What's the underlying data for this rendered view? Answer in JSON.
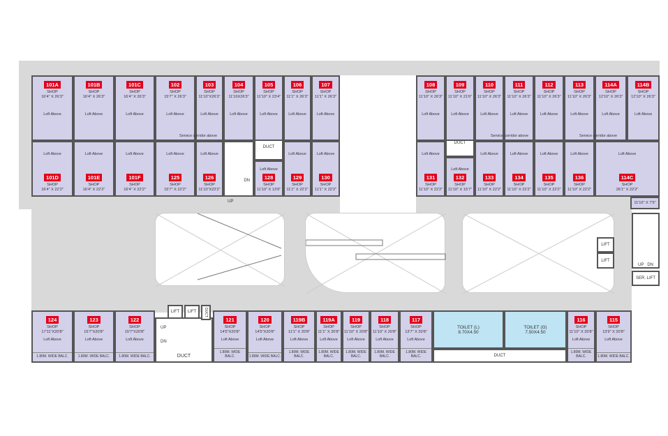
{
  "top_left_top": [
    {
      "id": "101A",
      "size": "16'4\" X 26'3\""
    },
    {
      "id": "101B",
      "size": "16'4\" X 26'3\""
    },
    {
      "id": "101C",
      "size": "16'4\" X 26'3\""
    },
    {
      "id": "102",
      "size": "15'7\" X 26'3\""
    },
    {
      "id": "103",
      "size": "11'10\"X26'3\""
    },
    {
      "id": "104",
      "size": "11'10X26'3\""
    },
    {
      "id": "105",
      "size": "11'10\" X 23'4\""
    },
    {
      "id": "106",
      "size": "11'1\" X 26'3\""
    },
    {
      "id": "107",
      "size": "11'1\" X 26'3\""
    }
  ],
  "top_left_bottom": [
    {
      "id": "101D",
      "size": "16'4\" X 22'2\""
    },
    {
      "id": "101E",
      "size": "16'4\" X 22'2\""
    },
    {
      "id": "101F",
      "size": "16'4\" X 22'2\""
    },
    {
      "id": "125",
      "size": "15'7\" X 22'2\""
    },
    {
      "id": "126",
      "size": "11'10\"X22'2\""
    },
    {
      "id": "128",
      "size": "11'10\" X 13'9\""
    },
    {
      "id": "129",
      "size": "11'1\" X 22'2\""
    },
    {
      "id": "130",
      "size": "11'1\" X 22'2\""
    }
  ],
  "top_right_top": [
    {
      "id": "108",
      "size": "11'10\" X 26'3\""
    },
    {
      "id": "109",
      "size": "11'10\" X 21'6\""
    },
    {
      "id": "110",
      "size": "11'10\" X 26'3\""
    },
    {
      "id": "111",
      "size": "11'10\" X 26'3\""
    },
    {
      "id": "112",
      "size": "11'10\" X 26'3\""
    },
    {
      "id": "113",
      "size": "11'10\" X 26'3\""
    },
    {
      "id": "114A",
      "size": "12'10\" X 26'3\""
    },
    {
      "id": "114B",
      "size": "12'10\" X 26'3\""
    }
  ],
  "top_right_bottom": [
    {
      "id": "131",
      "size": "11'10\" X 22'2\""
    },
    {
      "id": "132",
      "size": "11'10\" X 15'7\""
    },
    {
      "id": "133",
      "size": "11'10\" X 22'2\""
    },
    {
      "id": "134",
      "size": "11'10\" X 22'2\""
    },
    {
      "id": "135",
      "size": "11'10\" X 22'2\""
    },
    {
      "id": "136",
      "size": "11'10\" X 22'2\""
    },
    {
      "id": "114C",
      "size": "26'1\" X 22'2\""
    }
  ],
  "bottom": [
    {
      "id": "124",
      "size": "17'11\"X20'8\"",
      "balc": "1.80M. WIDE BALC."
    },
    {
      "id": "123",
      "size": "15'7\"X20'8\"",
      "balc": "1.80M. WIDE BALC."
    },
    {
      "id": "122",
      "size": "15'7\"X20'8\"",
      "balc": "1.80M. WIDE BALC."
    },
    {
      "id": "121",
      "size": "14'5\"X20'8\"",
      "balc": "1.80M. WIDE BALC."
    },
    {
      "id": "120",
      "size": "14'5\"X20'8\"",
      "balc": "1.80M. WIDE BALC."
    },
    {
      "id": "119B",
      "size": "11'1\" X 20'8\"",
      "balc": "1.80M. WIDE BALC."
    },
    {
      "id": "119A",
      "size": "11'1\" X 20'8\"",
      "balc": "1.80M. WIDE BALC."
    },
    {
      "id": "119",
      "size": "11'10\" X 20'8\"",
      "balc": "1.80M. WIDE BALC."
    },
    {
      "id": "118",
      "size": "11'10\" X 20'8\"",
      "balc": "1.80M. WIDE BALC."
    },
    {
      "id": "117",
      "size": "13'7\" X 20'8\"",
      "balc": "1.80M. WIDE BALC."
    },
    {
      "id": "116",
      "size": "11'10\" X 20'8\"",
      "balc": "1.80M. WIDE BALC."
    },
    {
      "id": "115",
      "size": "13'9\" X 20'8\"",
      "balc": "1.80M. WIDE BALC."
    }
  ],
  "labels": {
    "shop": "SHOP",
    "loft": "Loft Above",
    "duct": "DUCT",
    "lift": "LIFT",
    "up": "UP",
    "dn": "DN",
    "ser_lift": "SER. LIFT",
    "service": "Service",
    "corridor": "corridor above",
    "small_room": "11'10\" X 7'5\""
  },
  "toilets": [
    {
      "name": "TOILET (L)",
      "size": "8.70X4.50"
    },
    {
      "name": "TOILET (G)",
      "size": "7.50X4.50"
    }
  ]
}
